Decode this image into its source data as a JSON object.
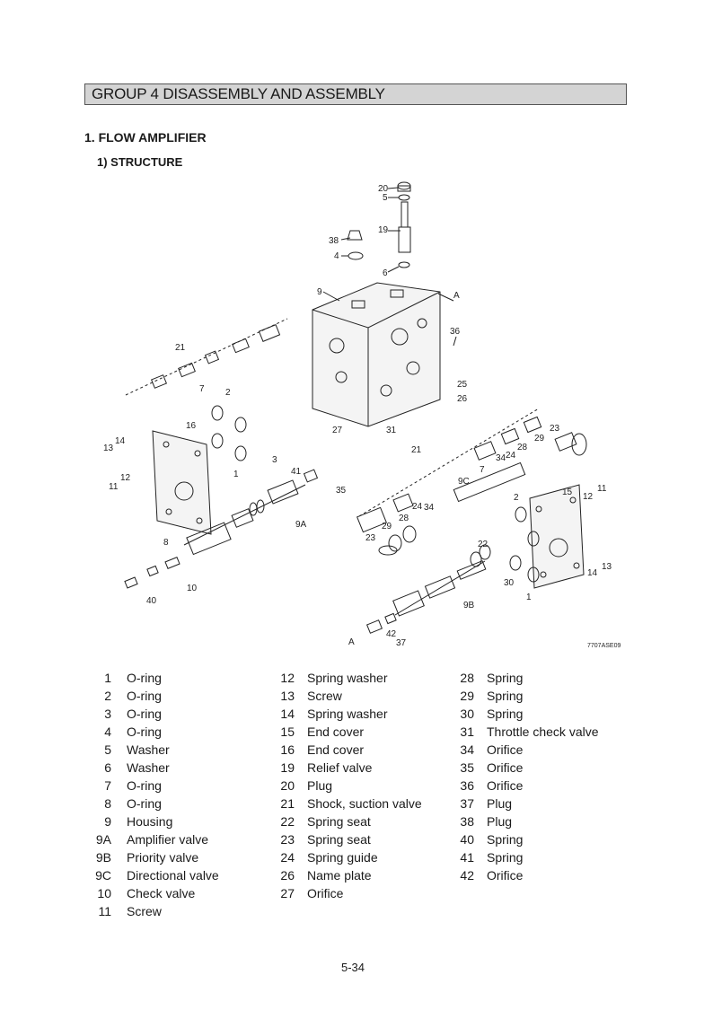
{
  "header": {
    "group_title": "GROUP  4  DISASSEMBLY AND ASSEMBLY"
  },
  "section": {
    "title": "1. FLOW AMPLIFIER",
    "subtitle": "1) STRUCTURE"
  },
  "diagram": {
    "code": "7707ASE09",
    "labels": [
      "20",
      "5",
      "19",
      "38",
      "4",
      "6",
      "9",
      "A",
      "36",
      "21",
      "7",
      "2",
      "25",
      "26",
      "27",
      "31",
      "16",
      "13",
      "14",
      "3",
      "1",
      "12",
      "11",
      "41",
      "35",
      "9A",
      "8",
      "10",
      "40",
      "21",
      "7",
      "23",
      "29",
      "28",
      "24",
      "34",
      "9C",
      "2",
      "15",
      "12",
      "11",
      "13",
      "14",
      "24",
      "34",
      "28",
      "29",
      "23",
      "22",
      "30",
      "1",
      "9B",
      "42",
      "37",
      "A"
    ]
  },
  "parts": {
    "col1": [
      {
        "num": "1",
        "name": "O-ring"
      },
      {
        "num": "2",
        "name": "O-ring"
      },
      {
        "num": "3",
        "name": "O-ring"
      },
      {
        "num": "4",
        "name": "O-ring"
      },
      {
        "num": "5",
        "name": "Washer"
      },
      {
        "num": "6",
        "name": "Washer"
      },
      {
        "num": "7",
        "name": "O-ring"
      },
      {
        "num": "8",
        "name": "O-ring"
      },
      {
        "num": "9",
        "name": "Housing"
      },
      {
        "num": "9A",
        "name": "Amplifier valve"
      },
      {
        "num": "9B",
        "name": "Priority valve"
      },
      {
        "num": "9C",
        "name": "Directional valve"
      },
      {
        "num": "10",
        "name": "Check valve"
      },
      {
        "num": "11",
        "name": "Screw"
      }
    ],
    "col2": [
      {
        "num": "12",
        "name": "Spring washer"
      },
      {
        "num": "13",
        "name": "Screw"
      },
      {
        "num": "14",
        "name": "Spring washer"
      },
      {
        "num": "15",
        "name": "End cover"
      },
      {
        "num": "16",
        "name": "End cover"
      },
      {
        "num": "19",
        "name": "Relief valve"
      },
      {
        "num": "20",
        "name": "Plug"
      },
      {
        "num": "21",
        "name": "Shock, suction valve"
      },
      {
        "num": "22",
        "name": "Spring seat"
      },
      {
        "num": "23",
        "name": "Spring seat"
      },
      {
        "num": "24",
        "name": "Spring guide"
      },
      {
        "num": "26",
        "name": "Name plate"
      },
      {
        "num": "27",
        "name": "Orifice"
      }
    ],
    "col3": [
      {
        "num": "28",
        "name": "Spring"
      },
      {
        "num": "29",
        "name": "Spring"
      },
      {
        "num": "30",
        "name": "Spring"
      },
      {
        "num": "31",
        "name": "Throttle check valve"
      },
      {
        "num": "34",
        "name": "Orifice"
      },
      {
        "num": "35",
        "name": "Orifice"
      },
      {
        "num": "36",
        "name": "Orifice"
      },
      {
        "num": "37",
        "name": "Plug"
      },
      {
        "num": "38",
        "name": "Plug"
      },
      {
        "num": "40",
        "name": "Spring"
      },
      {
        "num": "41",
        "name": "Spring"
      },
      {
        "num": "42",
        "name": "Orifice"
      }
    ]
  },
  "footer": {
    "page_number": "5-34"
  }
}
